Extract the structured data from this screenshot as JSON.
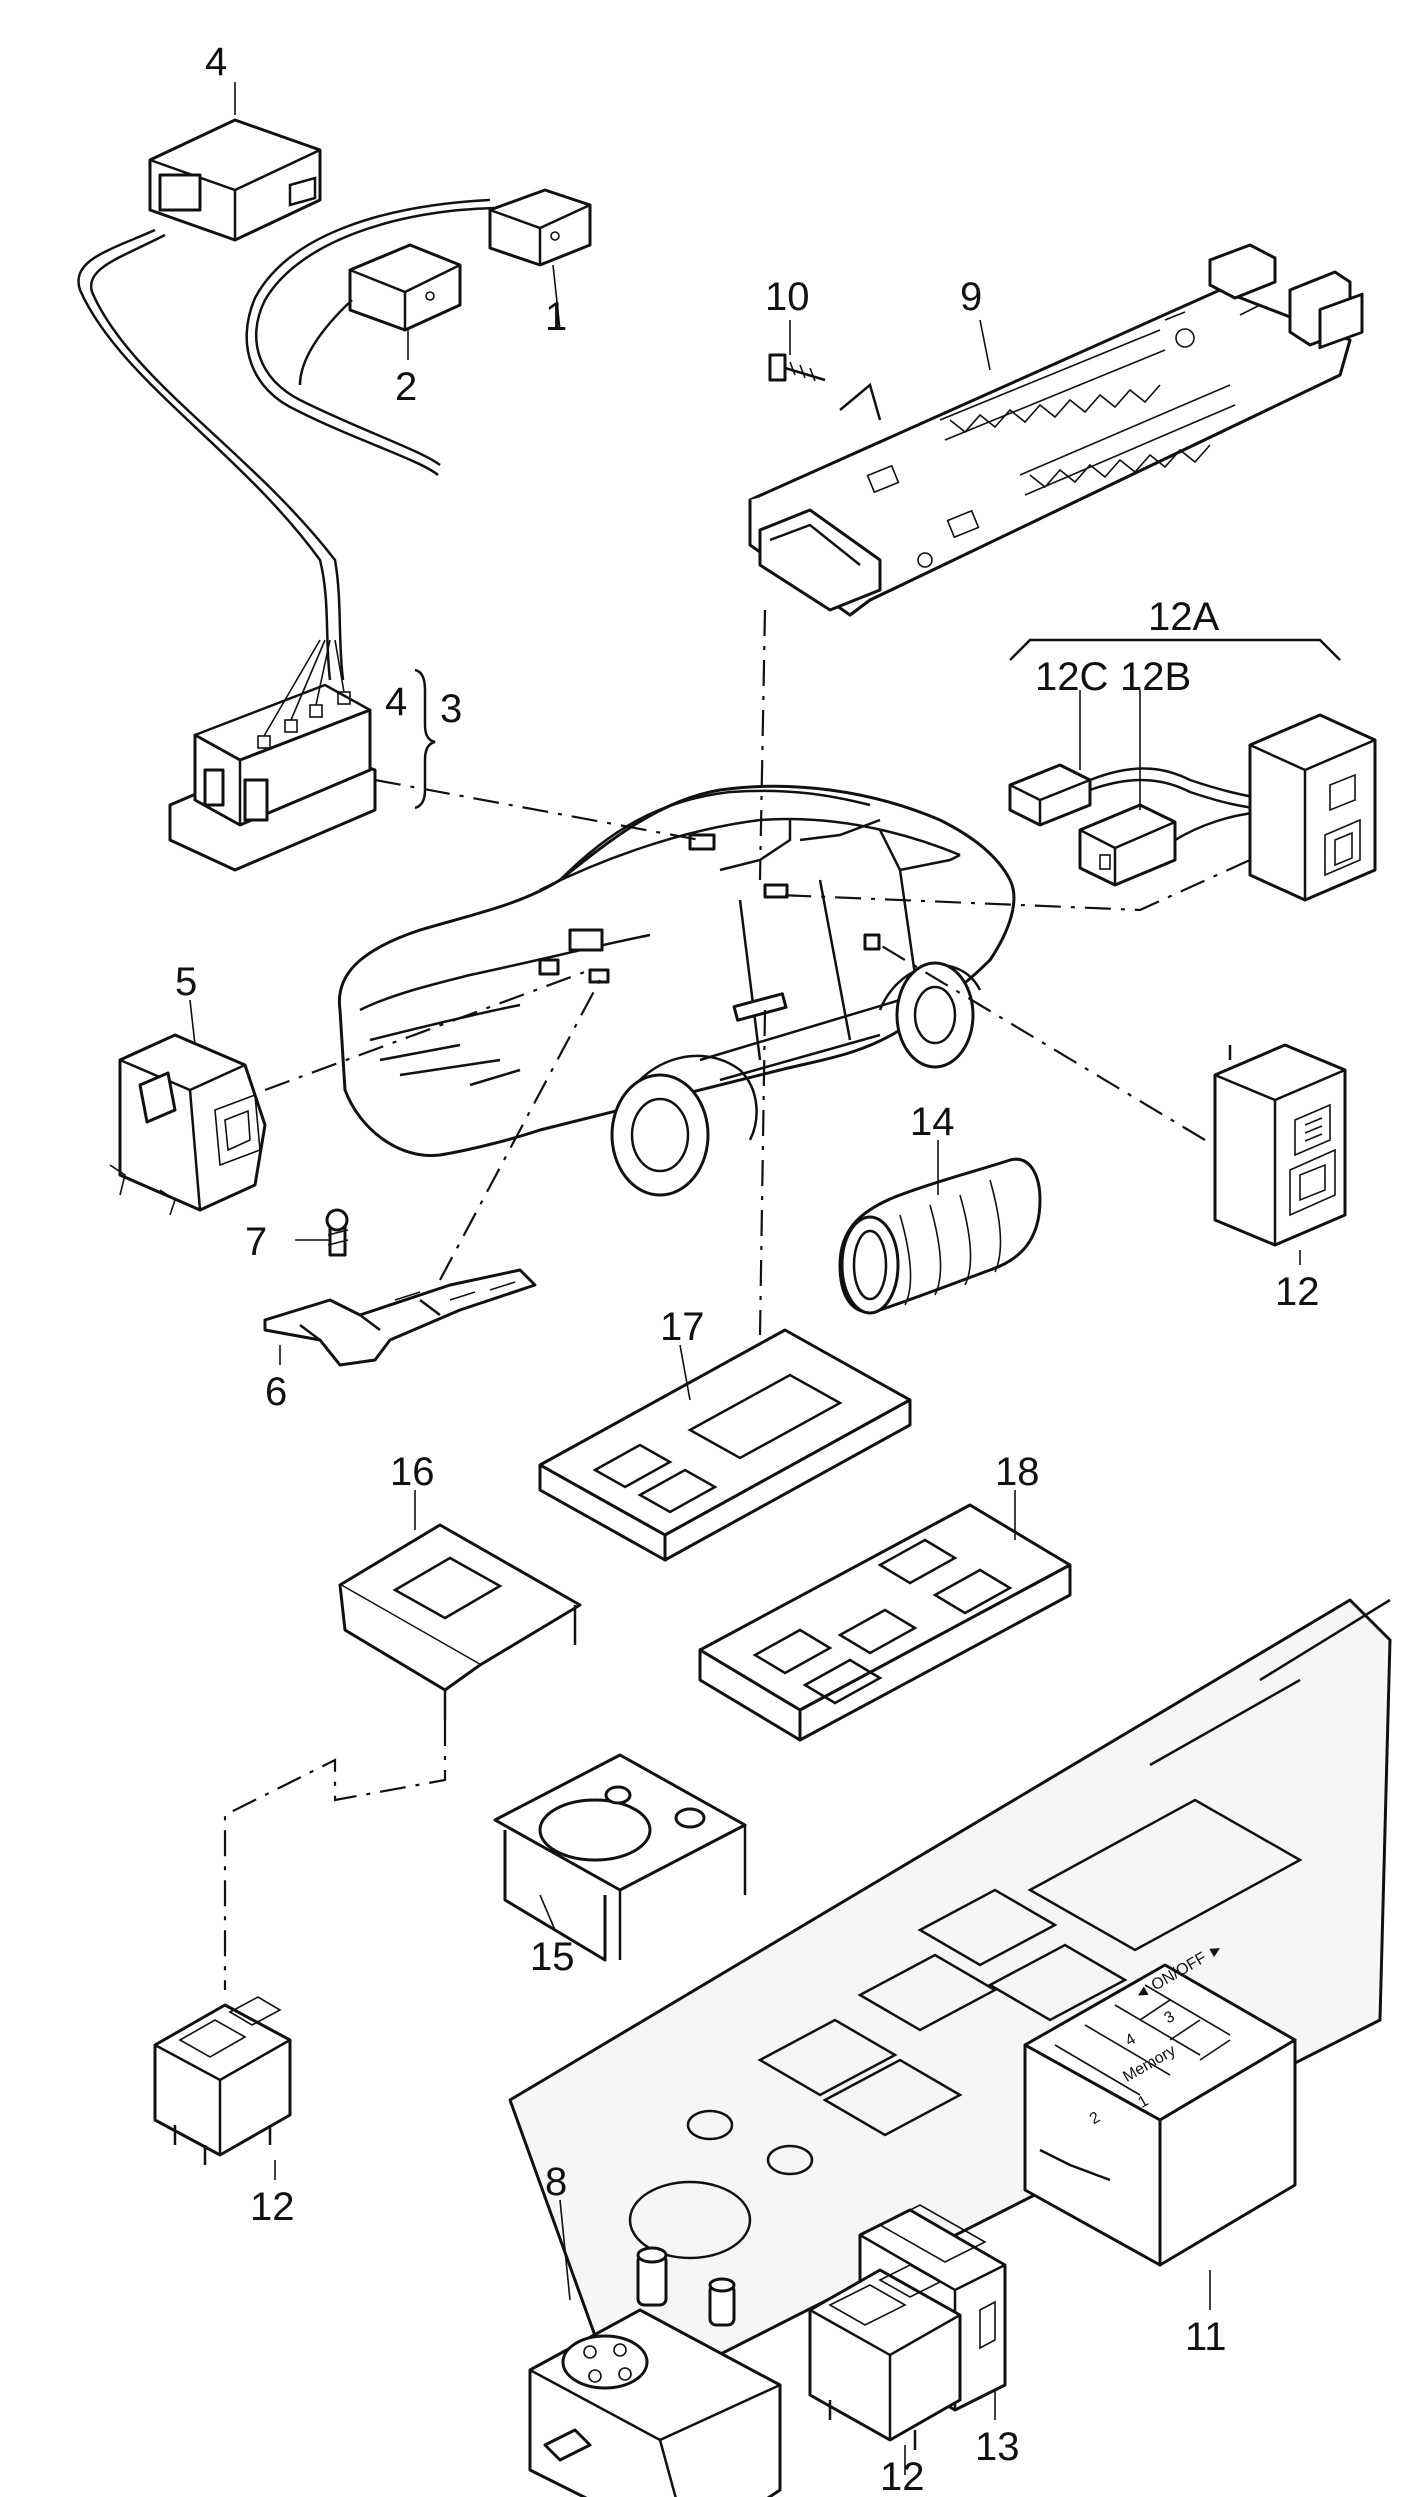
{
  "callouts": {
    "c1": "1",
    "c2": "2",
    "c3": "3",
    "c4_top": "4",
    "c4_brace": "4",
    "c5": "5",
    "c6": "6",
    "c7": "7",
    "c8": "8",
    "c9": "9",
    "c10": "10",
    "c11": "11",
    "c12_right": "12",
    "c12_left": "12",
    "c12_bottom": "12",
    "c12A": "12A",
    "c12B": "12B",
    "c12C": "12C",
    "c13": "13",
    "c14": "14",
    "c15": "15",
    "c16": "16",
    "c17": "17",
    "c18": "18"
  },
  "memory_panel": {
    "on_off": "◄ ON/OFF ►",
    "memory": "Memory",
    "k1": "1",
    "k2": "2",
    "k3": "3",
    "k4": "4"
  }
}
